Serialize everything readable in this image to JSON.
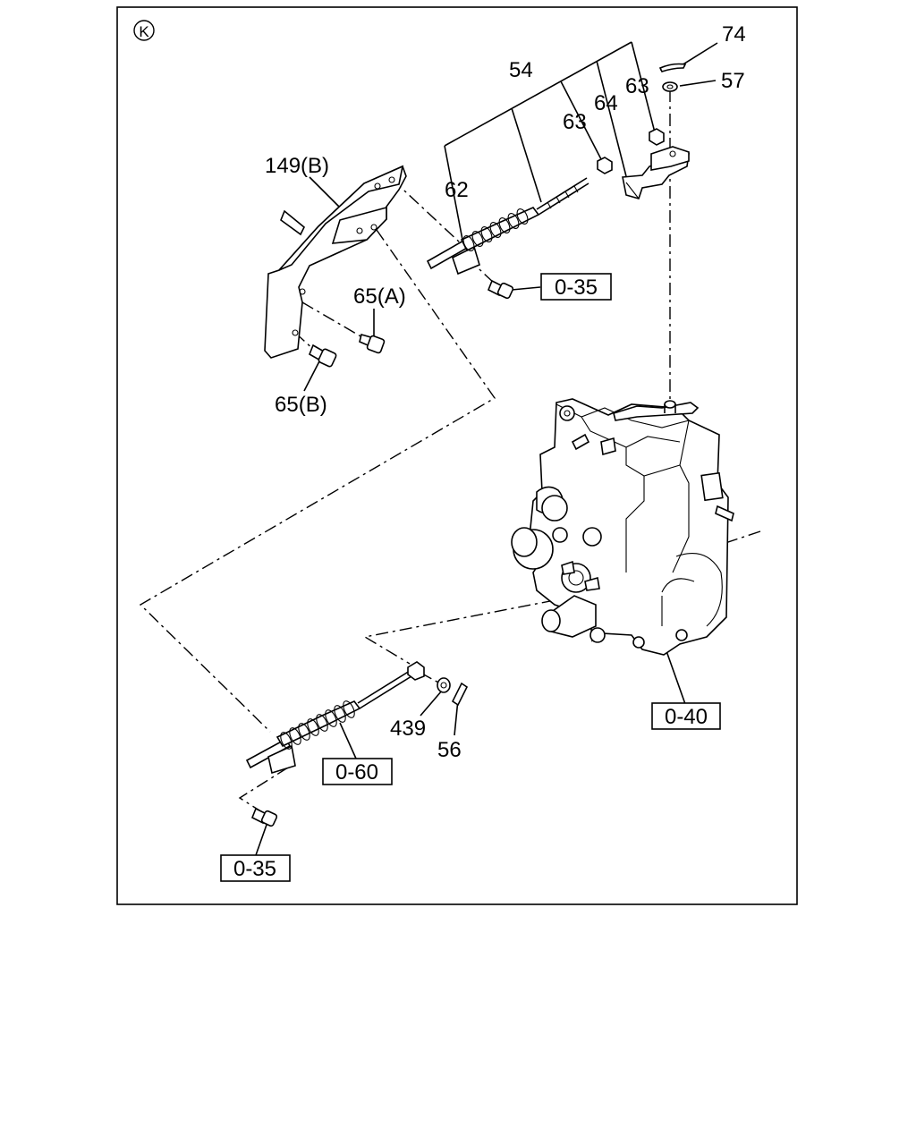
{
  "sheet": {
    "marker": "K"
  },
  "callouts": {
    "c74": "74",
    "c57": "57",
    "c54": "54",
    "c63a": "63",
    "c64": "64",
    "c63b": "63",
    "c62": "62",
    "c149b": "149(B)",
    "c65a": "65(A)",
    "c65b": "65(B)",
    "c439": "439",
    "c56": "56"
  },
  "references": {
    "r035_top": "0-35",
    "r040": "0-40",
    "r060": "0-60",
    "r035_bottom": "0-35"
  }
}
